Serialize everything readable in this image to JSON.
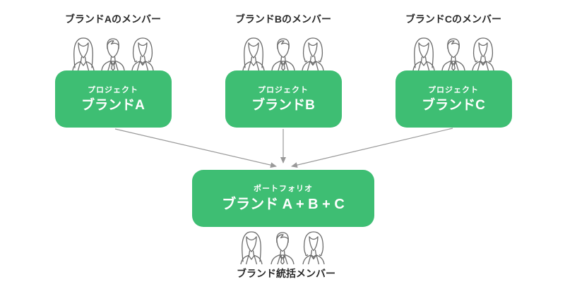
{
  "colors": {
    "box_green": "#3ebe73",
    "arrow_gray": "#999999",
    "label_dark": "#2b2b2b",
    "icon_stroke": "#6b6b6b",
    "box_text": "#ffffff"
  },
  "groups": [
    {
      "members_label": "ブランドAのメンバー",
      "box_label_small": "プロジェクト",
      "box_label_large": "ブランドA"
    },
    {
      "members_label": "ブランドBのメンバー",
      "box_label_small": "プロジェクト",
      "box_label_large": "ブランドB"
    },
    {
      "members_label": "ブランドCのメンバー",
      "box_label_small": "プロジェクト",
      "box_label_large": "ブランドC"
    }
  ],
  "portfolio": {
    "box_label_small": "ポートフォリオ",
    "box_label_large": "ブランド A + B + C"
  },
  "bottom": {
    "members_label": "ブランド統括メンバー"
  },
  "icon_names": [
    "woman-long-hair-icon",
    "man-tie-icon",
    "woman-bob-hair-icon"
  ]
}
